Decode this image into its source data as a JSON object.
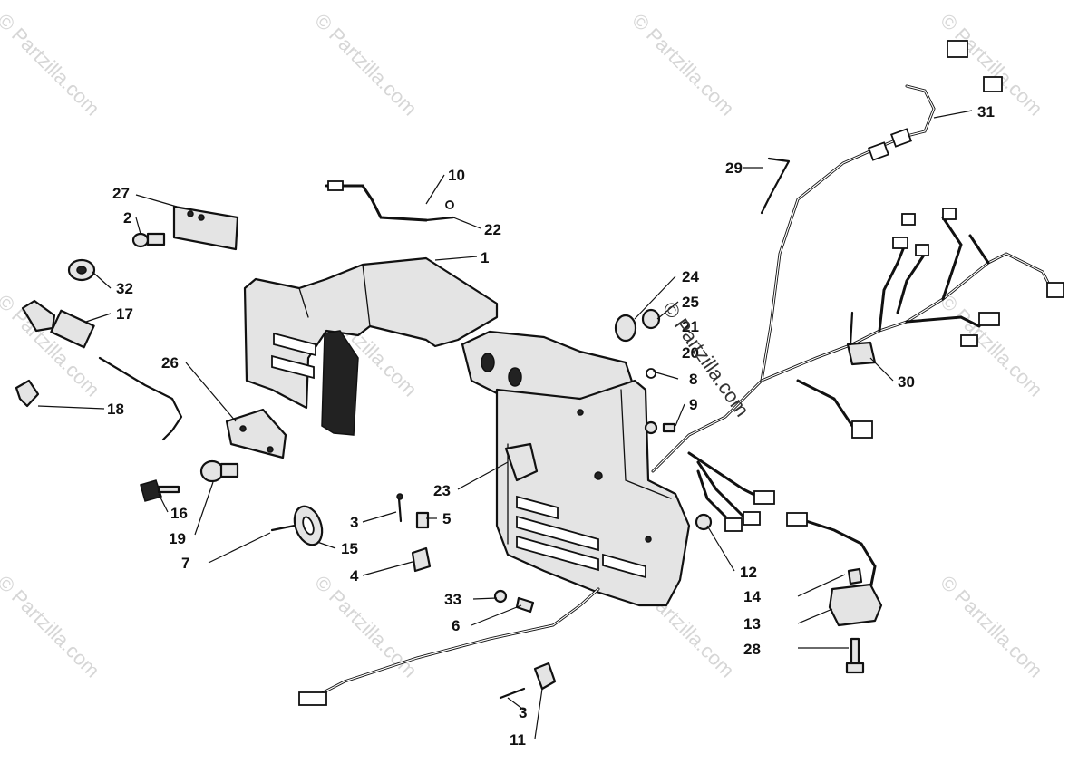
{
  "watermark": {
    "text": "© Partzilla.com",
    "overlay_text": "© Partzilla.com"
  },
  "callouts": {
    "c1": "1",
    "c2": "2",
    "c3a": "3",
    "c3b": "3",
    "c4": "4",
    "c5": "5",
    "c6": "6",
    "c7": "7",
    "c8": "8",
    "c9": "9",
    "c10": "10",
    "c11": "11",
    "c12": "12",
    "c13": "13",
    "c14": "14",
    "c15": "15",
    "c16": "16",
    "c17": "17",
    "c18": "18",
    "c19": "19",
    "c20": "20",
    "c21": "21",
    "c22": "22",
    "c23": "23",
    "c24": "24",
    "c25": "25",
    "c26": "26",
    "c27": "27",
    "c28": "28",
    "c29": "29",
    "c30": "30",
    "c31": "31",
    "c32": "32",
    "c33": "33"
  }
}
